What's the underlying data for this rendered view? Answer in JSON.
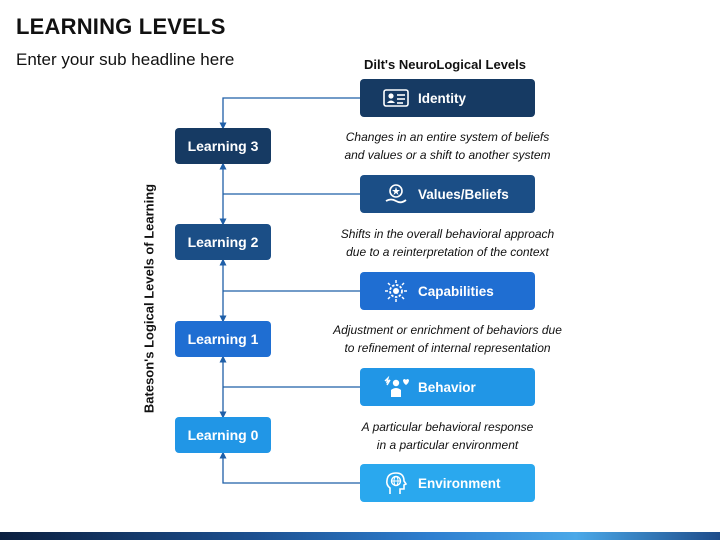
{
  "header": {
    "title": "LEARNING LEVELS",
    "subtitle": "Enter your sub headline here"
  },
  "dilts_title": "Dilt's NeuroLogical Levels",
  "vertical_label": "Bateson's Logical Levels of Learning",
  "learning_levels": [
    {
      "label": "Learning 3",
      "color": "#163a63"
    },
    {
      "label": "Learning 2",
      "color": "#1b4e86"
    },
    {
      "label": "Learning 1",
      "color": "#1f6ed2"
    },
    {
      "label": "Learning 0",
      "color": "#2196e6"
    }
  ],
  "dilts_levels": [
    {
      "label": "Identity",
      "icon": "id-card-icon",
      "color": "#163a63"
    },
    {
      "label": "Values/Beliefs",
      "icon": "values-beliefs-icon",
      "color": "#1b4e86"
    },
    {
      "label": "Capabilities",
      "icon": "gear-bulb-icon",
      "color": "#1f6ed2"
    },
    {
      "label": "Behavior",
      "icon": "behavior-person-icon",
      "color": "#2196e6"
    },
    {
      "label": "Environment",
      "icon": "head-globe-icon",
      "color": "#2aa8ee"
    }
  ],
  "descriptions": [
    {
      "line1": "Changes in an entire system of beliefs",
      "line2": "and values or a shift to another system"
    },
    {
      "line1": "Shifts in the overall behavioral approach",
      "line2": "due to a reinterpretation of the context"
    },
    {
      "line1": "Adjustment or enrichment of behaviors due",
      "line2": "to refinement of internal representation"
    },
    {
      "line1": "A particular behavioral response",
      "line2": "in a particular environment"
    }
  ],
  "connector_color": "#1f5fa8"
}
